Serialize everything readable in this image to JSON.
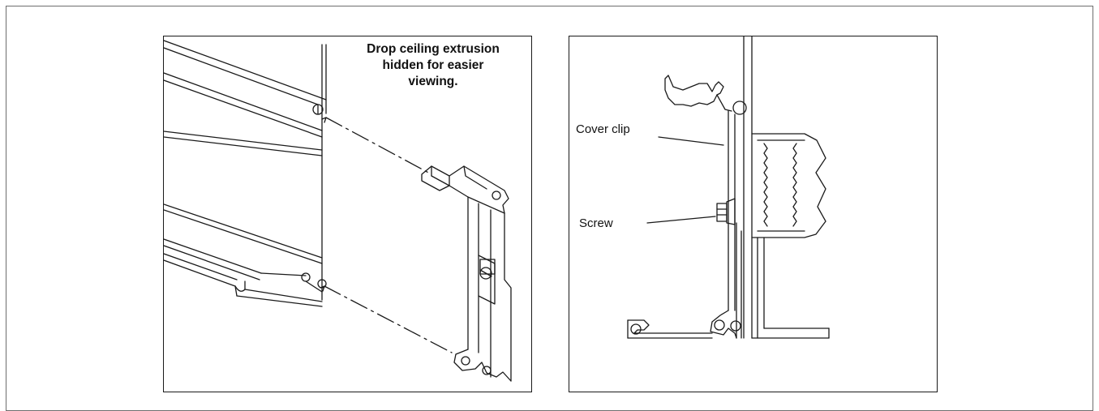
{
  "left_panel": {
    "note_lines": [
      "Drop ceiling extrusion",
      "hidden for easier",
      "viewing."
    ]
  },
  "right_panel": {
    "callouts": {
      "cover_clip": "Cover clip",
      "screw": "Screw"
    }
  },
  "colors": {
    "line": "#1a1a1a",
    "background": "#ffffff",
    "frame": "#6e6e6e"
  }
}
